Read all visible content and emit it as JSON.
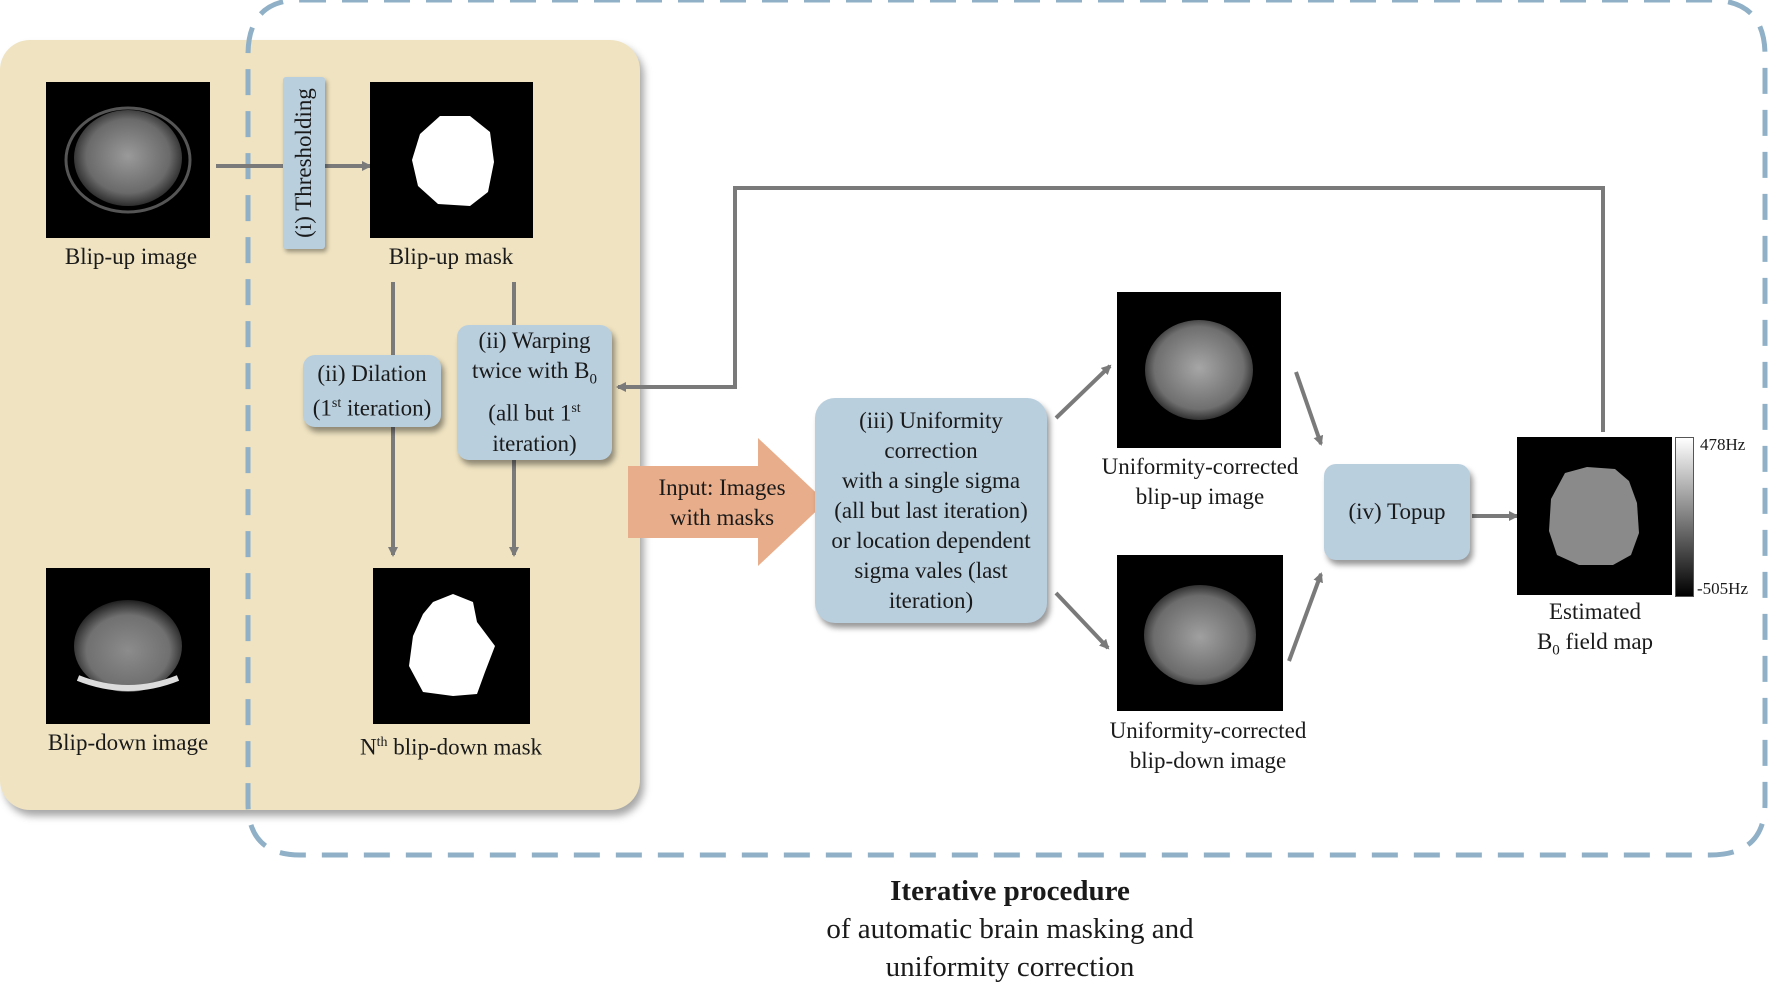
{
  "left_panel": {
    "blip_up_image_label": "Blip-up image",
    "blip_down_image_label": "Blip-down image",
    "thresholding_label": "(i) Thresholding",
    "blip_up_mask_label": "Blip-up mask",
    "dilation_line1": "(ii) Dilation",
    "dilation_line2_pre": "(1",
    "dilation_line2_sup": "st",
    "dilation_line2_post": " iteration)",
    "warping_line1": "(ii) Warping",
    "warping_line2_pre": "twice with B",
    "warping_line2_sub": "0",
    "warping_line3_pre": "(all but 1",
    "warping_line3_sup": "st",
    "warping_line4": "iteration)",
    "blip_down_mask_pre": "N",
    "blip_down_mask_sup": "th",
    "blip_down_mask_post": " blip-down mask"
  },
  "input_arrow": {
    "line1": "Input: Images",
    "line2": "with masks"
  },
  "uniformity_box": {
    "lines": [
      "(iii) Uniformity",
      "correction",
      "with a single sigma",
      "(all but last iteration)",
      "or location dependent",
      "sigma vales (last",
      "iteration)"
    ]
  },
  "corrected_up": {
    "line1": "Uniformity-corrected",
    "line2": "blip-up image"
  },
  "corrected_down": {
    "line1": "Uniformity-corrected",
    "line2": "blip-down image"
  },
  "topup_box": {
    "label": "(iv) Topup"
  },
  "field_map": {
    "line1": "Estimated",
    "line2_pre": "B",
    "line2_sub": "0",
    "line2_post": " field map",
    "colorbar_max": "478Hz",
    "colorbar_min": "-505Hz"
  },
  "caption": {
    "bold": "Iterative procedure",
    "line2": "of automatic brain masking and",
    "line3": "uniformity correction"
  },
  "colors": {
    "panel": "#efe3c1",
    "box": "#b9cfde",
    "input_arrow": "#e8ad8a",
    "arrows": "#7a7a7a",
    "dashed_border": "#8fb0c6"
  }
}
